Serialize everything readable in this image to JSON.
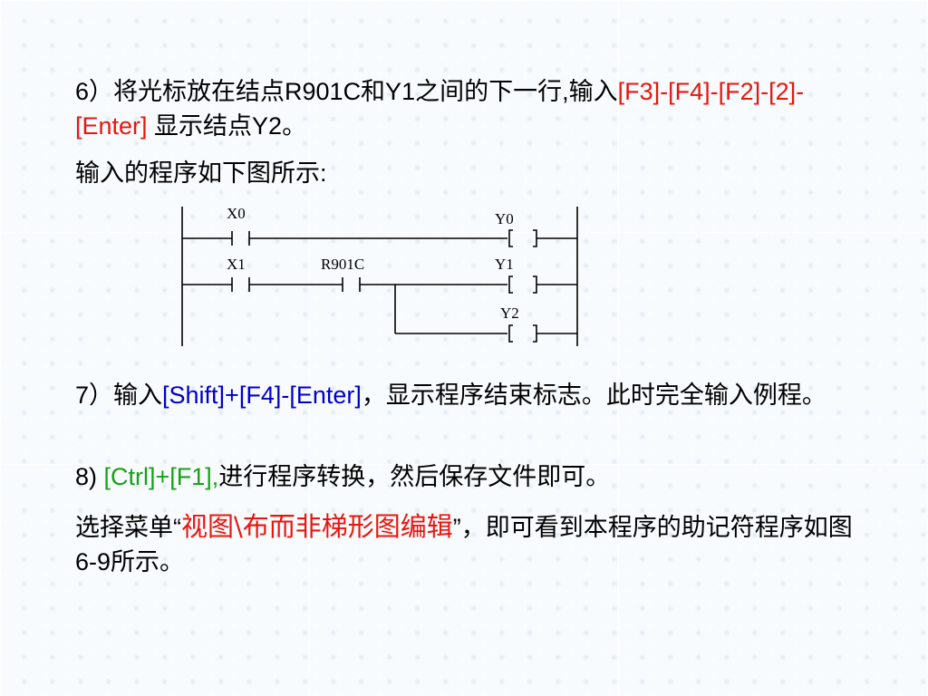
{
  "step6": {
    "prefix": "6）将光标放在结点R901C和Y1之间的下一行,输入",
    "keys": "[F3]-[F4]-[F2]-[2]-[Enter]",
    "suffix": " 显示结点Y2。"
  },
  "intro": "输入的程序如下图所示:",
  "ladder": {
    "rung1": {
      "contact": "X0",
      "coil": "Y0"
    },
    "rung2": {
      "contact1": "X1",
      "contact2": "R901C",
      "coil": "Y1"
    },
    "rung3": {
      "coil": "Y2"
    }
  },
  "step7": {
    "prefix": "7）输入",
    "keys": "[Shift]+[F4]-[Enter]",
    "suffix": "，显示程序结束标志。此时完全输入例程。"
  },
  "step8": {
    "prefix": "8) ",
    "keys": "[Ctrl]+[F1],",
    "suffix": "进行程序转换，然后保存文件即可。"
  },
  "step9": {
    "prefix": "选择菜单“",
    "menu": "视图\\布而非梯形图编辑",
    "suffix": "”，即可看到本程序的助记符程序如图6-9所示。"
  },
  "colors": {
    "red": "#e8160e",
    "blue": "#0000cc",
    "green": "#17a117",
    "background": "#dceaf6"
  }
}
